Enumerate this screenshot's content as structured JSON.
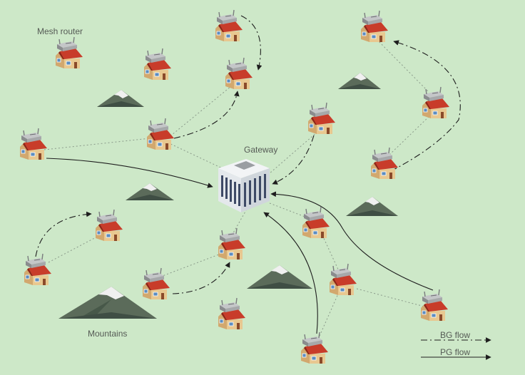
{
  "labels": {
    "mesh_router": "Mesh router",
    "gateway": "Gateway",
    "mountains": "Mountains",
    "bg_flow": "BG flow",
    "pg_flow": "PG flow"
  },
  "colors": {
    "background": "#cde8c8",
    "roof": "#c83c2a",
    "wall": "#e6c690",
    "router": "#9a9c9e",
    "mountain": "#5b6b5a",
    "snow": "#f0f0f0",
    "building": "#e8ecf0",
    "window": "#3e4a66",
    "link_dotted": "#8a9a8a",
    "flow_line": "#1e1e1e"
  },
  "legend": [
    {
      "label": "BG flow",
      "style": "dash-dot"
    },
    {
      "label": "PG flow",
      "style": "solid"
    }
  ],
  "icons": [
    "mesh-router-house-icon",
    "gateway-building-icon",
    "mountain-icon",
    "arrowhead-icon"
  ]
}
